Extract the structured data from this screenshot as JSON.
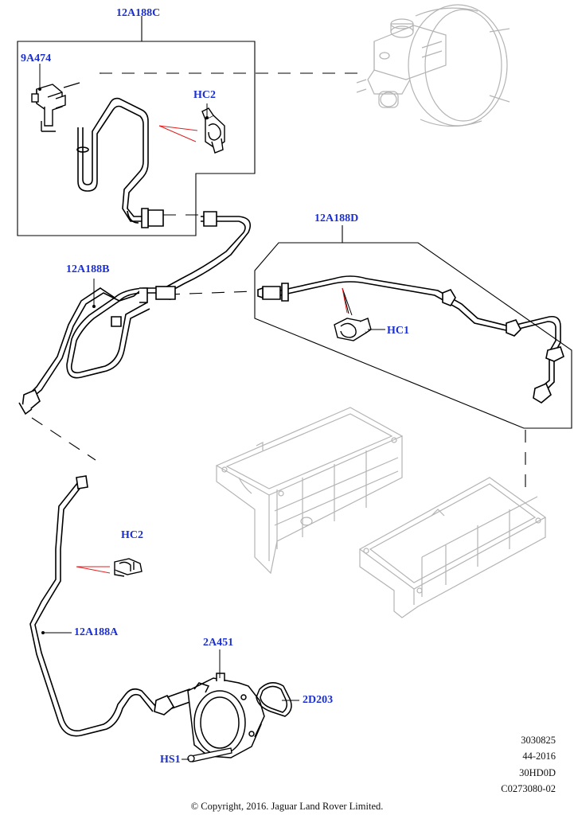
{
  "callouts": {
    "hose_c": "12A188C",
    "sensor": "9A474",
    "clip_upper": "HC2",
    "hose_d": "12A188D",
    "hose_b": "12A188B",
    "clip_hc1": "HC1",
    "clip_lower": "HC2",
    "hose_a": "12A188A",
    "pump": "2A451",
    "gasket": "2D203",
    "bolt": "HS1"
  },
  "reference": {
    "line1": "3030825",
    "line2": "44-2016",
    "line3": "30HD0D",
    "line4": "C0273080-02"
  },
  "copyright": "© Copyright, 2016. Jaguar Land Rover Limited.",
  "colors": {
    "callout_text": "#1b2fd0",
    "line": "#000000",
    "ghost_part": "#b4b4b4",
    "leader_red": "#e02020"
  }
}
